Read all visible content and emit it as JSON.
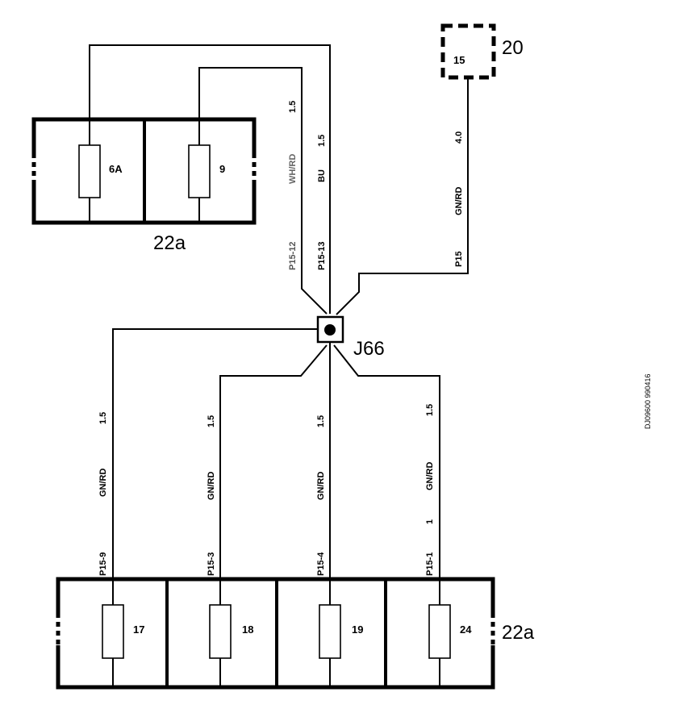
{
  "upper_fuse_box": {
    "label": "22a",
    "fuses": [
      "6A",
      "9"
    ]
  },
  "lower_fuse_box": {
    "label": "22a",
    "fuses": [
      "17",
      "18",
      "19",
      "24"
    ]
  },
  "component": {
    "pin": "15",
    "label": "20"
  },
  "junction": {
    "label": "J66"
  },
  "wires": {
    "w1": {
      "size": "1.5",
      "color": "WH/RD",
      "pin": "P15-12"
    },
    "w2": {
      "size": "1.5",
      "color": "BU",
      "pin": "P15-13"
    },
    "w3": {
      "size": "4.0",
      "color": "GN/RD",
      "pin": "P15"
    },
    "w4": {
      "size": "1.5",
      "color": "GN/RD",
      "pin": "P15-9"
    },
    "w5": {
      "size": "1.5",
      "color": "GN/RD",
      "pin": "P15-3"
    },
    "w6": {
      "size": "1.5",
      "color": "GN/RD",
      "pin": "P15-4"
    },
    "w7": {
      "size": "1.5",
      "color": "GN/RD",
      "extra": "1",
      "pin": "P15-1"
    }
  },
  "drawing_code": "DJ09600 990416"
}
